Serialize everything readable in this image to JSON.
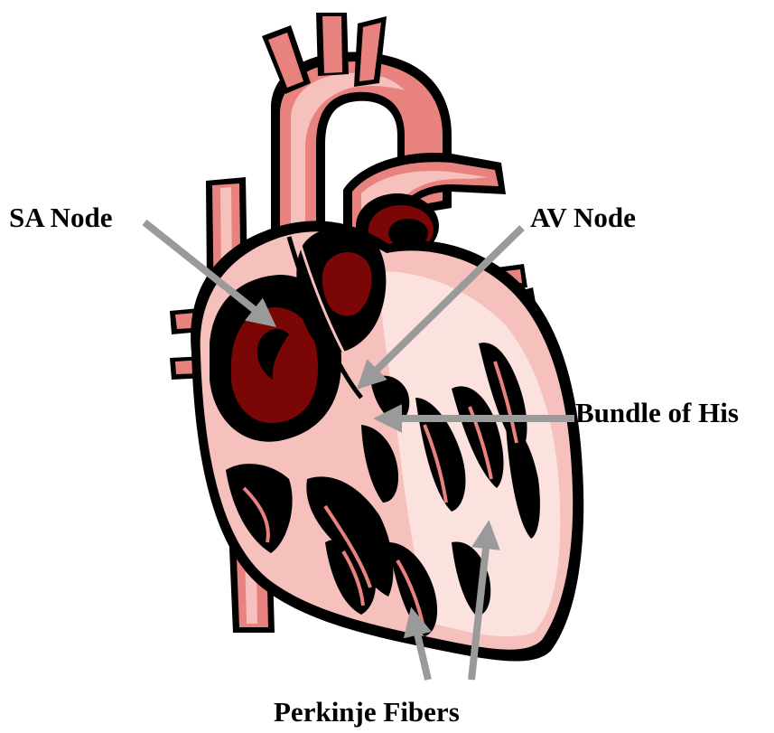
{
  "labels": {
    "sa_node": "SA Node",
    "av_node": "AV Node",
    "bundle_of_his": "Bundle of His",
    "perkinje_fibers": "Perkinje Fibers"
  },
  "colors": {
    "outline": "#000000",
    "tissue_pink": "#e8827f",
    "light_pink": "#f6c0bc",
    "pale_pink": "#fbe2df",
    "dark_red": "#7a0606",
    "arrow_gray": "#9a9a9a"
  }
}
